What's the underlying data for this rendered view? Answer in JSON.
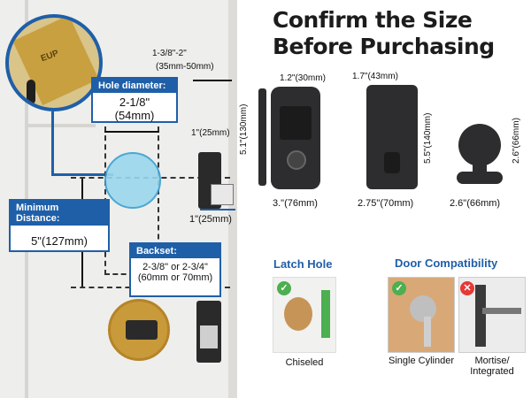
{
  "title": {
    "line1": "Confirm the Size",
    "line2": "Before Purchasing"
  },
  "door": {
    "hole_diameter": {
      "label": "Hole diameter:",
      "value1": "2-1/8\"",
      "value2": "(54mm)"
    },
    "min_distance": {
      "label": "Minimum Distance:",
      "value": "5\"(127mm)"
    },
    "backset": {
      "label": "Backset:",
      "value1": "2-3/8\" or 2-3/4\"",
      "value2": "(60mm or 70mm)"
    },
    "thickness": {
      "value1": "1-3/8\"-2\"",
      "value2": "(35mm-50mm)"
    },
    "latch_height": "1\"(25mm)",
    "latch_width": "1\"(25mm)",
    "brand_mark": "EUP"
  },
  "products": {
    "keypad": {
      "top": "1.2\"(30mm)",
      "side": "5.1\"(130mm)",
      "bottom": "3.\"(76mm)"
    },
    "interior": {
      "top": "1.7\"(43mm)",
      "side": "5.5\"(140mm)",
      "bottom": "2.75\"(70mm)"
    },
    "knob": {
      "side": "2.6\"(66mm)",
      "bottom": "2.6\"(66mm)"
    }
  },
  "latch_hole": {
    "title": "Latch Hole",
    "caption": "Chiseled"
  },
  "door_compat": {
    "title": "Door Compatibility",
    "ok_caption": "Single Cylinder",
    "no_caption_1": "Mortise/",
    "no_caption_2": "Integrated"
  },
  "colors": {
    "accent": "#1f5fa8",
    "ok": "#4caf50",
    "no": "#e53935",
    "product": "#2d2d2f",
    "brass": "#c99a3a"
  },
  "icons": [
    "check-icon",
    "cross-icon",
    "magnifier-lens-icon"
  ]
}
